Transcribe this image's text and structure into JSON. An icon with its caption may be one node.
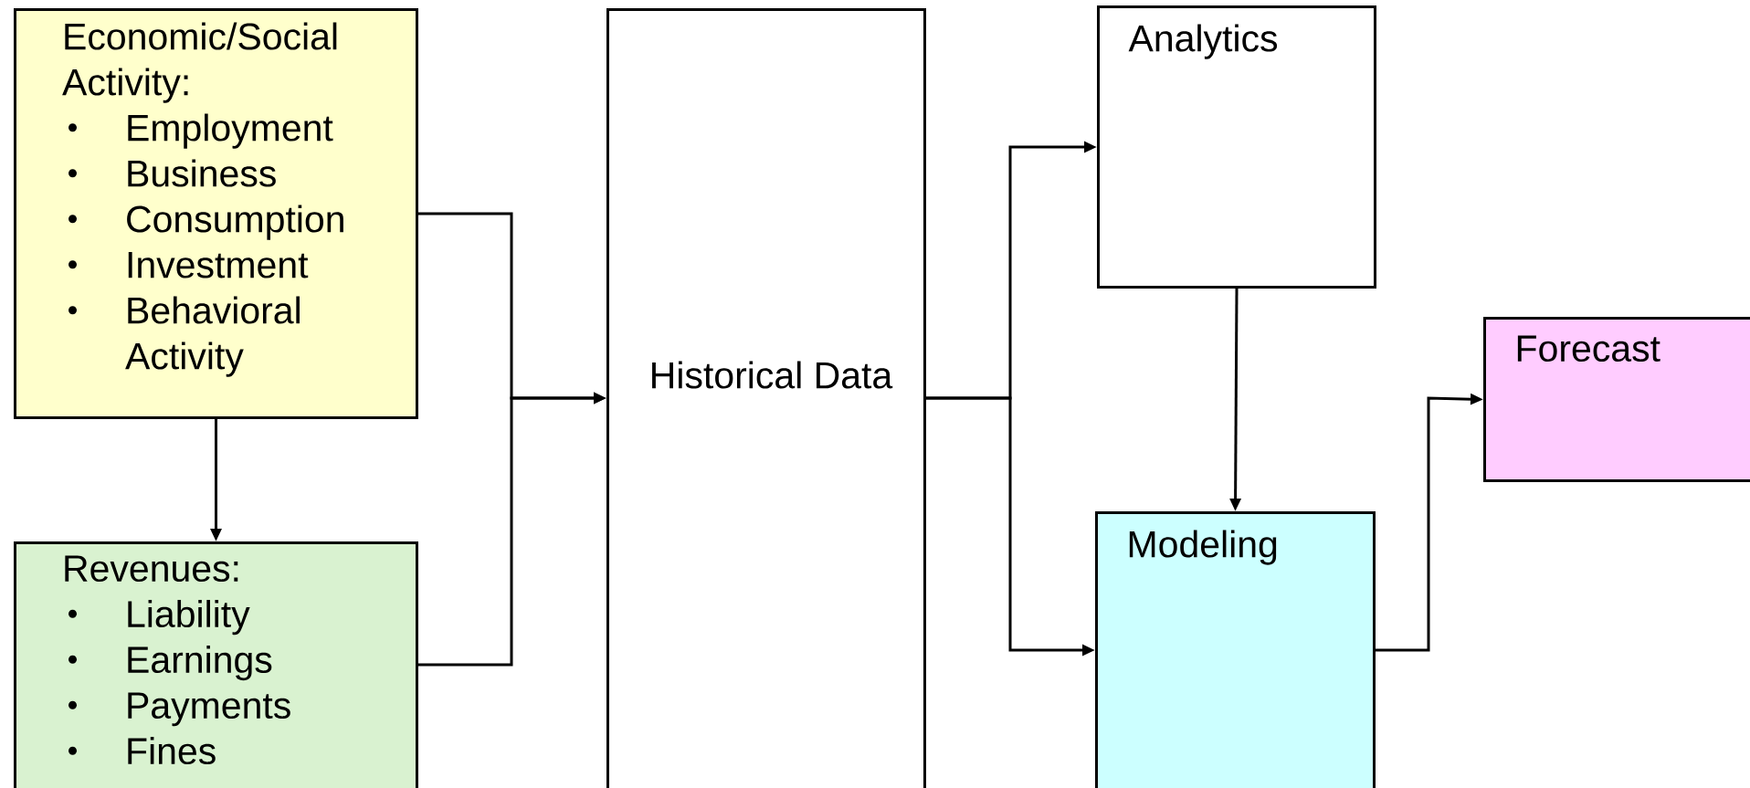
{
  "diagram": {
    "nodes": [
      {
        "text": [
          "Economic/Social Activity:",
          "Employment",
          "Business",
          "Consumption",
          "Investment",
          "Behavioral Activity"
        ]
      },
      {
        "text": [
          "Revenues:",
          "Liability",
          "Earnings",
          "Payments",
          "Fines"
        ]
      },
      {
        "text": [
          "Historical Data"
        ]
      },
      {
        "text": [
          "Analytics"
        ]
      },
      {
        "text": [
          "Modeling"
        ]
      },
      {
        "text": [
          "Forecast"
        ]
      }
    ],
    "edges": [
      {
        "from": 0,
        "to": 1,
        "arrow": "to"
      },
      {
        "from": 0,
        "to": 2,
        "arrow": "to"
      },
      {
        "from": 1,
        "to": 2,
        "arrow": "to"
      },
      {
        "from": 2,
        "to": 3,
        "arrow": "to"
      },
      {
        "from": 2,
        "to": 4,
        "arrow": "to"
      },
      {
        "from": 3,
        "to": 4,
        "arrow": "to"
      },
      {
        "from": 4,
        "to": 5,
        "arrow": "to"
      }
    ]
  }
}
